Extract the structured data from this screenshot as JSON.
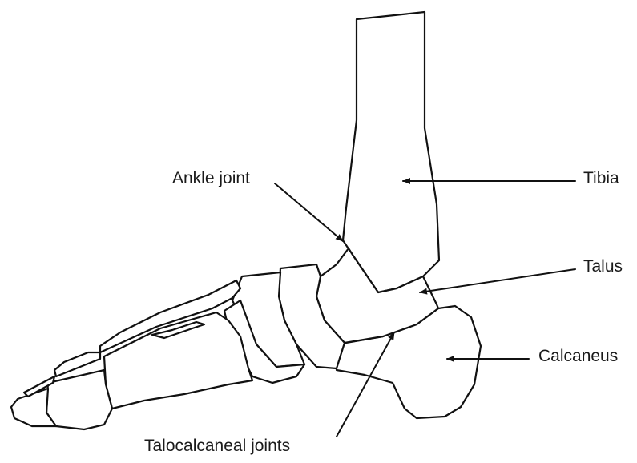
{
  "diagram": {
    "labels": {
      "ankle_joint": "Ankle joint",
      "tibia": "Tibia",
      "talus": "Talus",
      "calcaneus": "Calcaneus",
      "talocalcaneal_joints": "Talocalcaneal joints"
    },
    "colors": {
      "line": "#111111",
      "fill": "#ffffff",
      "background": "#ffffff"
    }
  }
}
